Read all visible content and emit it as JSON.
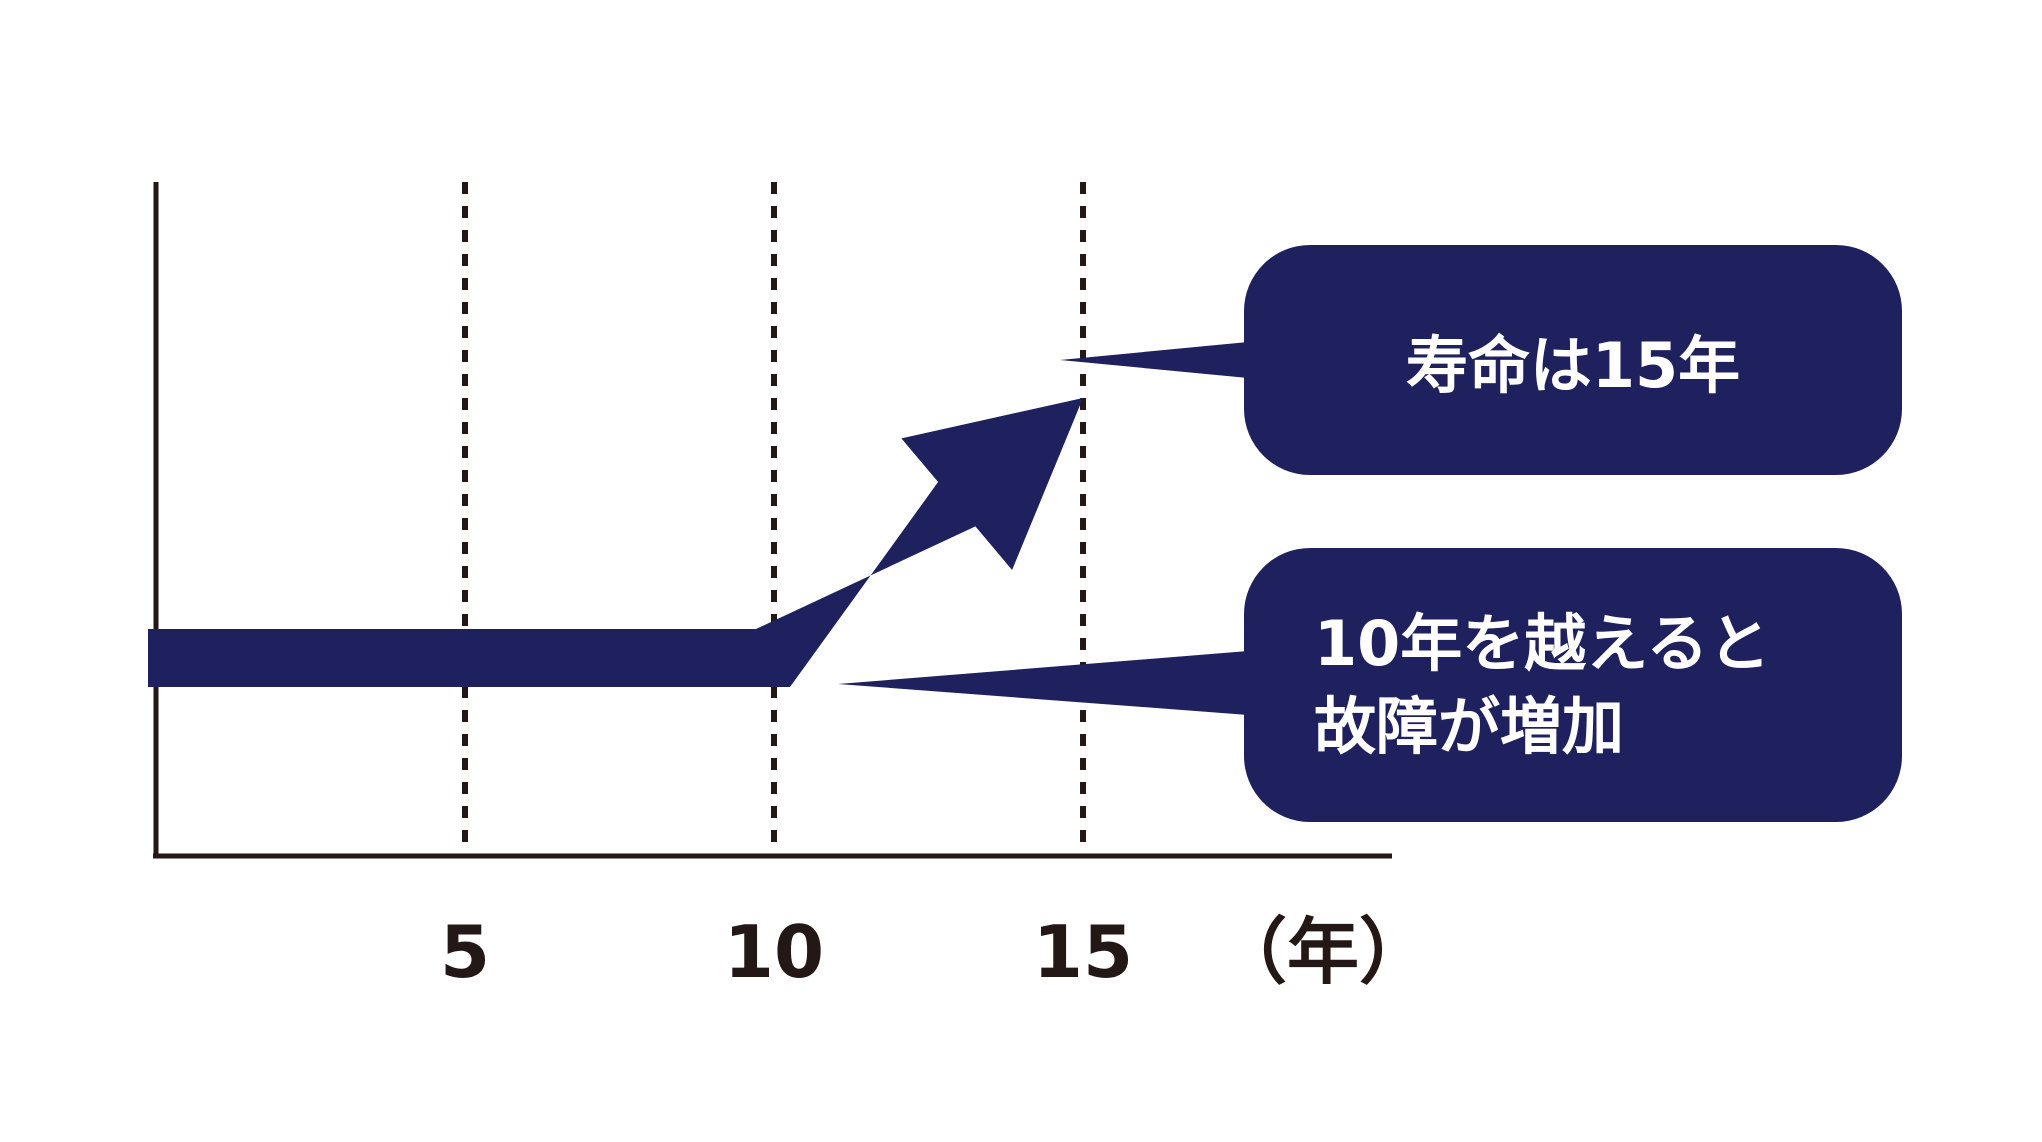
{
  "chart_data": {
    "type": "line",
    "x_unit_label": "（年）",
    "xticks": [
      5,
      10,
      15
    ],
    "xtick_labels": [
      "5",
      "10",
      "15"
    ],
    "xlim": [
      0,
      20
    ],
    "grid": "vertical dashed at ticks",
    "series": [
      {
        "x": [
          0,
          10,
          15
        ],
        "y": [
          1,
          1,
          6
        ]
      }
    ],
    "annotations": [
      {
        "text_lines": [
          "寿命は15年"
        ],
        "points_to_x": 15
      },
      {
        "text_lines": [
          "10年を越えると",
          "故障が増加"
        ],
        "points_to_x": 11
      }
    ]
  },
  "colors": {
    "series": "#1f215e",
    "callout_fill": "#1f215e",
    "callout_text": "#ffffff",
    "axis": "#231815",
    "grid": "#231815"
  }
}
